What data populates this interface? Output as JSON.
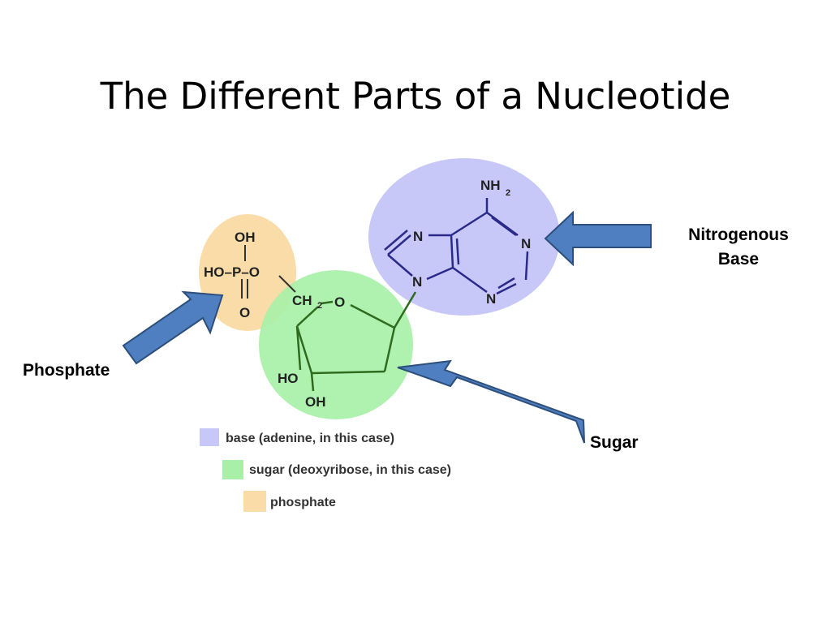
{
  "title": "The Different Parts of a Nucleotide",
  "colors": {
    "base": "#c8c8f8",
    "sugar": "#a8f0a8",
    "phosphate": "#f9dca8",
    "bond": "#2e6b1e",
    "base_bond": "#2a2a8a",
    "arrow_fill": "#4f7fc0",
    "arrow_stroke": "#2d4f7c"
  },
  "molecule": {
    "phosphate": {
      "oh_top": "OH",
      "p_row": "HO–P–O",
      "o_bottom": "O"
    },
    "sugar": {
      "ch2": "CH",
      "ch2_sub": "2",
      "ring_o": "O",
      "ho": "HO",
      "oh": "OH"
    },
    "base": {
      "nh2": "NH",
      "nh2_sub": "2",
      "n_top_left": "N",
      "n_right": "N",
      "n_bottom_left": "N",
      "n_bottom": "N"
    }
  },
  "callouts": {
    "nitrogenous_base": [
      "Nitrogenous",
      "Base"
    ],
    "phosphate": "Phosphate",
    "sugar": "Sugar"
  },
  "legend": [
    {
      "label": "base (adenine, in this case)",
      "color": "#c8c8f8"
    },
    {
      "label": "sugar (deoxyribose, in this case)",
      "color": "#a8f0a8"
    },
    {
      "label": "phosphate",
      "color": "#f9dca8"
    }
  ]
}
